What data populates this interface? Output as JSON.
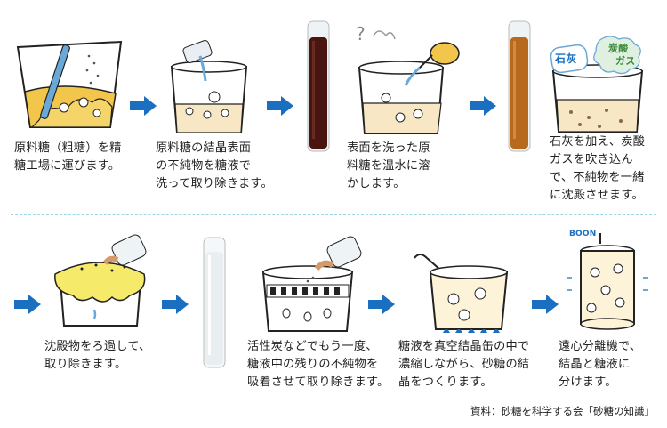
{
  "steps": [
    {
      "caption": "原料糖（粗糖）を精\n糖工場に運びます。"
    },
    {
      "caption": "原料糖の結晶表面\nの不純物を糖液で\n洗って取り除きます。"
    },
    {
      "caption": "表面を洗った原\n料糖を温水に溶\nかします。"
    },
    {
      "caption": "石灰を加え、炭酸\nガスを吹き込ん\nで、不純物を一緒\nに沈殿させます。"
    },
    {
      "caption": "沈殿物をろ過して、\n取り除きます。"
    },
    {
      "caption": "活性炭などでもう一度、\n糖液中の残りの不純物を\n吸着させて取り除きます。"
    },
    {
      "caption": "糖液を真空結晶缶の中で\n濃縮しながら、砂糖の結\n晶をつくります。"
    },
    {
      "caption": "遠心分離機で、\n結晶と糖液に\n分けます。"
    }
  ],
  "labels": {
    "lime": "石灰",
    "co2_line1": "炭酸",
    "co2_line2": "ガス",
    "boon": "BOON"
  },
  "source": "資料：砂糖を科学する会「砂糖の知識」",
  "colors": {
    "arrow": "#1a6fc0",
    "divider": "#9fd3ea",
    "syrup": "#f2c64a",
    "dark_syrup": "#4a1410",
    "amber": "#b86a1c"
  }
}
